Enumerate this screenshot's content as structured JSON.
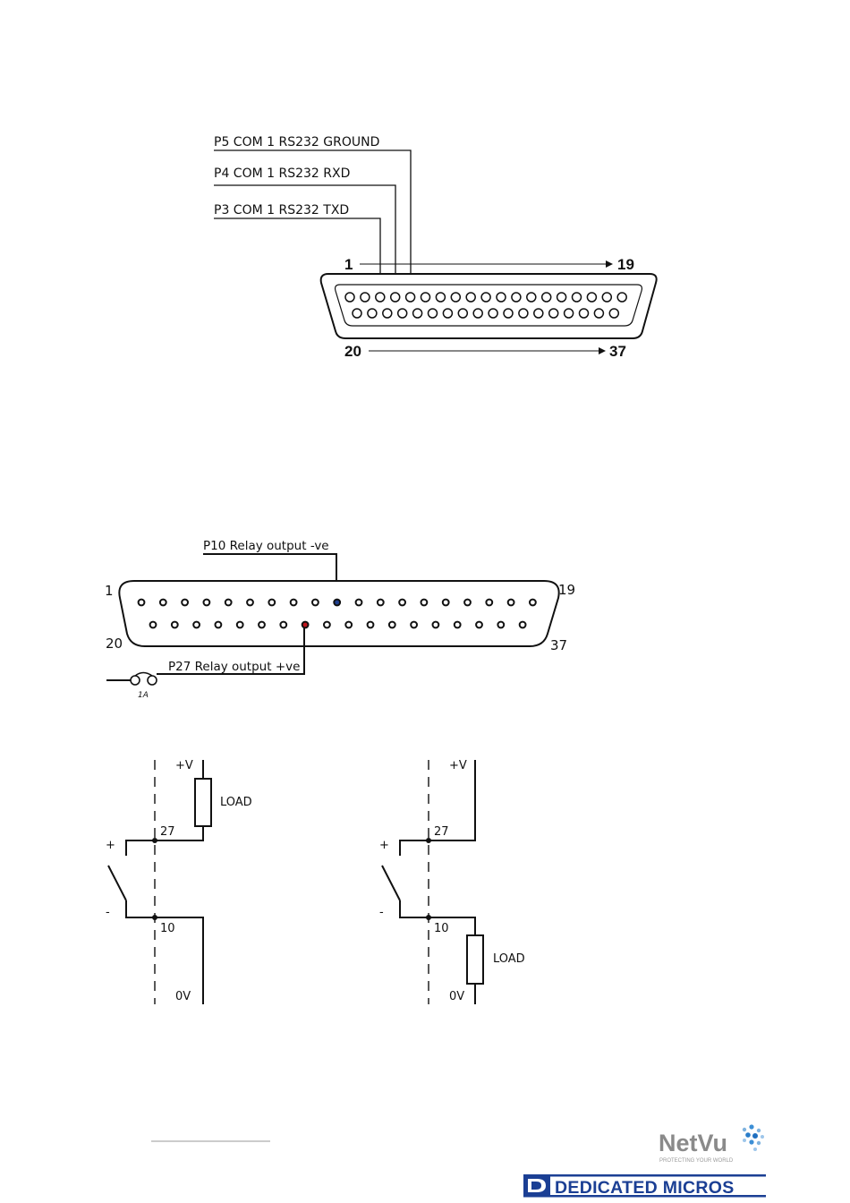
{
  "connector1": {
    "labels": [
      "P5 COM 1 RS232 GROUND",
      "P4 COM 1 RS232 RXD",
      "P3 COM 1 RS232 TXD"
    ],
    "pin_top_start": "1",
    "pin_top_end": "19",
    "pin_bottom_start": "20",
    "pin_bottom_end": "37",
    "top_row_count": 19,
    "bottom_row_count": 18
  },
  "connector2": {
    "top_label": "P10 Relay output -ve",
    "bottom_label": "P27 Relay output +ve",
    "pin_top_start": "1",
    "pin_top_end": "19",
    "pin_bottom_start": "20",
    "pin_bottom_end": "37",
    "fuse_label": "1A",
    "top_row_count": 19,
    "bottom_row_count": 18,
    "highlight_colors": {
      "pin10": "#1f3f8f",
      "pin27": "#c0151c"
    }
  },
  "circuit_left": {
    "supply": "+V",
    "load": "LOAD",
    "plus": "+",
    "minus": "-",
    "pin_a": "27",
    "pin_b": "10",
    "ground": "0V"
  },
  "circuit_right": {
    "supply": "+V",
    "load": "LOAD",
    "plus": "+",
    "minus": "-",
    "pin_a": "27",
    "pin_b": "10",
    "ground": "0V"
  },
  "footer": {
    "netvu_brand": "NetVu",
    "netvu_tagline": "PROTECTING YOUR WORLD",
    "dm_brand": "DEDICATED MICROS",
    "brand_color": "#1b3f94"
  }
}
